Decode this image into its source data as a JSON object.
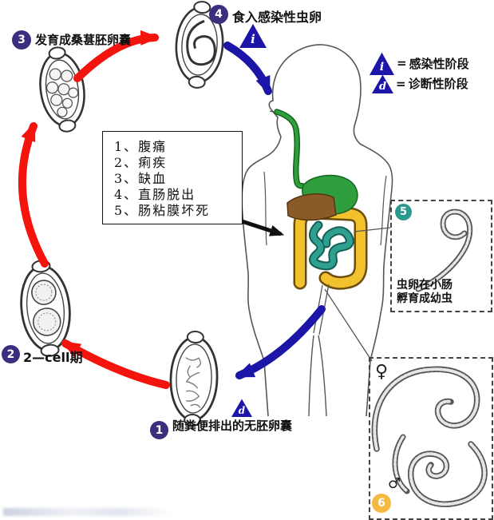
{
  "steps": [
    {
      "num": "1",
      "label": "随粪便排出的无胚卵囊"
    },
    {
      "num": "2",
      "label": "2—cell期"
    },
    {
      "num": "3",
      "label": "发育成桑葚胚卵囊"
    },
    {
      "num": "4",
      "label": "食入感染性虫卵"
    },
    {
      "num": "5",
      "label": ""
    },
    {
      "num": "6",
      "label": ""
    }
  ],
  "legend": {
    "equals": "=",
    "items": [
      {
        "symbol": "i",
        "text": "感染性阶段"
      },
      {
        "symbol": "d",
        "text": "诊断性阶段"
      }
    ]
  },
  "stage_markers": {
    "infective": "i",
    "diagnostic": "d"
  },
  "symptom_box": {
    "items": [
      "1、腹痛",
      "2、痢疾",
      "3、缺血",
      "4、直肠脱出",
      "5、肠粘膜坏死"
    ]
  },
  "inset_larva": {
    "num": "5",
    "caption_line1": "虫卵在小肠",
    "caption_line2": "孵育成幼虫"
  },
  "inset_adults": {
    "num": "6",
    "female_symbol": "♀",
    "male_symbol": "♂"
  },
  "colors": {
    "red_arrow": "#f3140e",
    "blue_arrow": "#1c16a8",
    "step_circle": "#3b2e7e",
    "larva_circle": "#2a9a8f",
    "adult_circle": "#f5b841",
    "stomach": "#2f9e3c",
    "liver": "#8a5a28",
    "colon": "#f2c12e",
    "small_intestine": "#2f9f8f"
  }
}
